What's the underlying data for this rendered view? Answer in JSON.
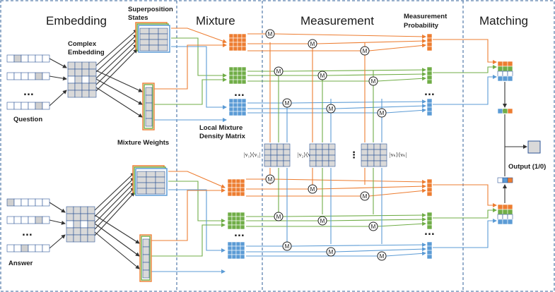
{
  "sections": {
    "embedding": "Embedding",
    "mixture": "Mixture",
    "measurement": "Measurement",
    "matching": "Matching"
  },
  "labels": {
    "superposition": [
      "Superposition",
      "States"
    ],
    "complex_embedding": [
      "Complex",
      "Embedding"
    ],
    "measurement_probability": [
      "Measurement",
      "Probability"
    ],
    "question": "Question",
    "answer": "Answer",
    "mixture_weights": "Mixture Weights",
    "local_mixture": [
      "Local Mixture",
      "Density Matrix"
    ],
    "output": "Output (1/0)",
    "ellipsis": "...",
    "dots_mid": "⋮",
    "measure_symbol": "M",
    "projector_1": "|v₁⟩⟨v₁|",
    "projector_2": "|v₂⟩⟨v₂|",
    "projector_k": "|vₖ⟩⟨vₖ|"
  },
  "colors": {
    "orange": "#ED7D31",
    "green": "#70AD47",
    "blue": "#5B9BD5",
    "grid": "#D9D9D9",
    "border": "#2E5597",
    "divider": "#2F5F9A"
  }
}
